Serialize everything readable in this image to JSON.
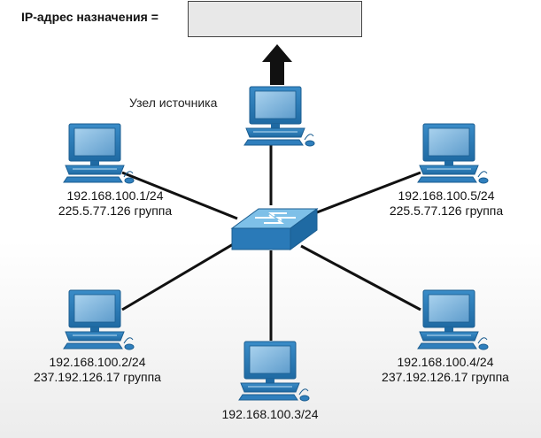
{
  "destination": {
    "label": "IP-адрес назначения =",
    "value": ""
  },
  "source_label": "Узел источника",
  "hosts": [
    {
      "id": "host-1",
      "ip": "192.168.100.1/24",
      "group": "225.5.77.126 группа"
    },
    {
      "id": "host-2",
      "ip": "192.168.100.2/24",
      "group": "237.192.126.17 группа"
    },
    {
      "id": "host-3",
      "ip": "192.168.100.3/24",
      "group": ""
    },
    {
      "id": "host-4",
      "ip": "192.168.100.4/24",
      "group": "237.192.126.17 группа"
    },
    {
      "id": "host-5",
      "ip": "192.168.100.5/24",
      "group": "225.5.77.126 группа"
    }
  ],
  "colors": {
    "device": "#2a7ab8",
    "device_light": "#8fc2e6",
    "screen": "#7fb3d9",
    "link": "#111111"
  }
}
